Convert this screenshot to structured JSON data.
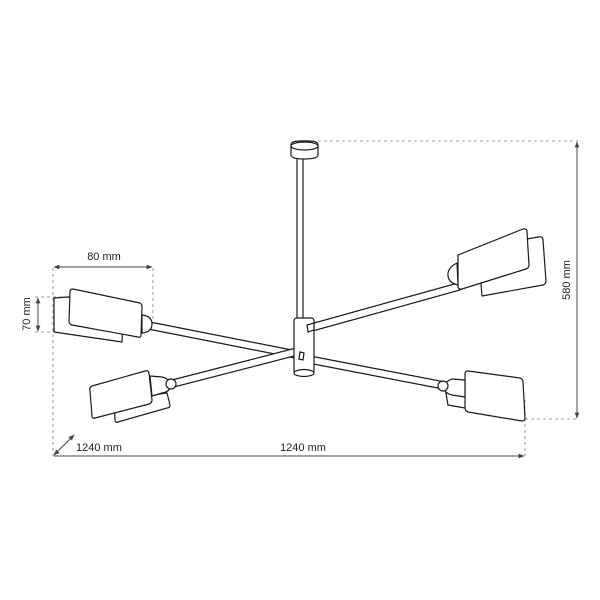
{
  "drawing": {
    "subject": "4-arm ceiling pendant lamp technical drawing",
    "colors": {
      "line": "#1a1a1a",
      "dimension": "#444444",
      "dashed_guide": "#999999",
      "background": "#ffffff"
    }
  },
  "dimensions": {
    "shade_width": "80 mm",
    "shade_height": "70 mm",
    "total_height": "580 mm",
    "width": "1240 mm",
    "depth": "1240 mm"
  }
}
